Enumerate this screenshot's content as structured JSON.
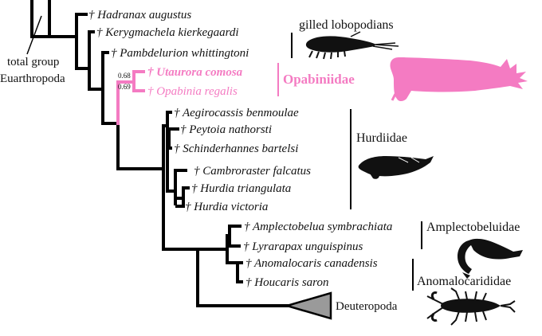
{
  "colors": {
    "branch": "#000000",
    "highlight": "#f47bc2",
    "silhouette": "#111111",
    "triangle_fill": "#9a9a9a"
  },
  "taxa": [
    {
      "key": "hadranax",
      "dagger": "†",
      "name": "Hadranax augustus"
    },
    {
      "key": "kerygmachela",
      "dagger": "†",
      "name": "Kerygmachela kierkegaardi"
    },
    {
      "key": "pambdelurion",
      "dagger": "†",
      "name": "Pambdelurion whittingtoni"
    },
    {
      "key": "utaurora",
      "dagger": "†",
      "name": "Utaurora comosa",
      "highlight": true
    },
    {
      "key": "opabinia",
      "dagger": "†",
      "name": "Opabinia regalis",
      "highlight": true
    },
    {
      "key": "aegirocassis",
      "dagger": "†",
      "name": "Aegirocassis benmoulae"
    },
    {
      "key": "peytoia",
      "dagger": "†",
      "name": "Peytoia nathorsti"
    },
    {
      "key": "schinderhannes",
      "dagger": "†",
      "name": "Schinderhannes bartelsi"
    },
    {
      "key": "cambroraster",
      "dagger": "†",
      "name": "Cambroraster falcatus"
    },
    {
      "key": "hurdia_t",
      "dagger": "†",
      "name": "Hurdia triangulata"
    },
    {
      "key": "hurdia_v",
      "dagger": "†",
      "name": "Hurdia victoria"
    },
    {
      "key": "amplectobelua",
      "dagger": "†",
      "name": "Amplectobelua symbrachiata"
    },
    {
      "key": "lyrarapax",
      "dagger": "†",
      "name": "Lyrarapax unguispinus"
    },
    {
      "key": "anomalocaris",
      "dagger": "†",
      "name": "Anomalocaris canadensis"
    },
    {
      "key": "houcaris",
      "dagger": "†",
      "name": "Houcaris saron"
    }
  ],
  "terminal_clade": "Deuteropoda",
  "support_values": [
    "0.68",
    "0.69"
  ],
  "groups": {
    "gilled_lobopodians": "gilled lobopodians",
    "opabiniidae": "Opabiniidae",
    "hurdiidae": "Hurdiidae",
    "amplectobeluidae": "Amplectobeluidae",
    "anomalocarididae": "Anomalocarididae"
  },
  "root_label": {
    "line1": "total group",
    "line2": "Euarthropoda"
  },
  "silhouettes": [
    "gilled-lobopodian",
    "opabiniid",
    "hurdiid",
    "amplectobeluid",
    "deuteropod"
  ]
}
